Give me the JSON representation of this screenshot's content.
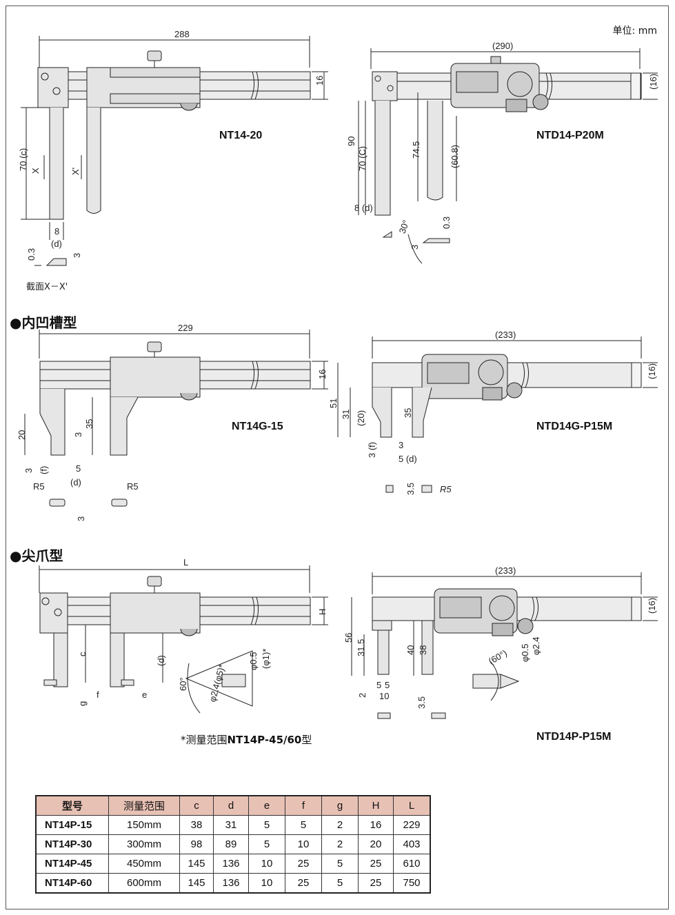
{
  "unit_label": "单位: mm",
  "section1": {
    "model_a": "NT14-20",
    "model_b": "NTD14-P20M",
    "dims_a": {
      "length": "288",
      "height": "16",
      "c": "70 (c)",
      "x": "X",
      "xp": "X'",
      "d_val": "8",
      "d_lbl": "(d)",
      "t1": "0.3",
      "t2": "3",
      "section": "截面X－X'"
    },
    "dims_b": {
      "length": "(290)",
      "height": "(16)",
      "h90": "90",
      "h70": "70 (C)",
      "h745": "74.5",
      "h608": "(60.8)",
      "d": "8 (d)",
      "angle": "30°",
      "t3": "3",
      "t03": "0.3"
    }
  },
  "section2": {
    "title": "●内凹槽型",
    "model_a": "NT14G-15",
    "model_b": "NTD14G-P15M",
    "dims_a": {
      "length": "229",
      "height": "16",
      "h35": "35",
      "h20": "20",
      "h3": "3",
      "f3": "3",
      "f_lbl": "(f)",
      "d5": "5",
      "d_lbl": "(d)",
      "r5a": "R5",
      "r5b": "R5",
      "t3": "3"
    },
    "dims_b": {
      "length": "(233)",
      "height": "(16)",
      "h51": "51",
      "h31": "31",
      "h20": "(20)",
      "h35": "35",
      "f3": "3 (f)",
      "t3": "3",
      "d5": "5 (d)",
      "t35": "3.5",
      "r5": "R5"
    }
  },
  "section3": {
    "title": "●尖爪型",
    "model_b": "NTD14P-P15M",
    "note_prefix": "*测量范围",
    "note_bold": "NT14P-45/60",
    "note_suffix": "型",
    "dims_a": {
      "length": "L",
      "height": "H",
      "c": "c",
      "d": "(d)",
      "g": "g",
      "f": "f",
      "e": "e",
      "angle": "60°",
      "phi": "φ2.4(φ5)*",
      "p05": "φ0.5",
      "p1": "(φ1)*"
    },
    "dims_b": {
      "length": "(233)",
      "height": "(16)",
      "h56": "56",
      "h315": "31.5",
      "h40": "40",
      "h38": "38",
      "b2": "2",
      "b5a": "5",
      "b5b": "5",
      "b10": "10",
      "t35": "3.5",
      "angle": "(60°)",
      "p05": "φ0.5",
      "p24": "φ2.4"
    }
  },
  "table": {
    "headers": [
      "型号",
      "测量范围",
      "c",
      "d",
      "e",
      "f",
      "g",
      "H",
      "L"
    ],
    "rows": [
      [
        "NT14P-15",
        "150mm",
        "38",
        "31",
        "5",
        "5",
        "2",
        "16",
        "229"
      ],
      [
        "NT14P-30",
        "300mm",
        "98",
        "89",
        "5",
        "10",
        "2",
        "20",
        "403"
      ],
      [
        "NT14P-45",
        "450mm",
        "145",
        "136",
        "10",
        "25",
        "5",
        "25",
        "610"
      ],
      [
        "NT14P-60",
        "600mm",
        "145",
        "136",
        "10",
        "25",
        "5",
        "25",
        "750"
      ]
    ]
  },
  "colors": {
    "header_bg": "#e8c1b5",
    "body_fill": "#e9e9e9",
    "line": "#222222"
  }
}
